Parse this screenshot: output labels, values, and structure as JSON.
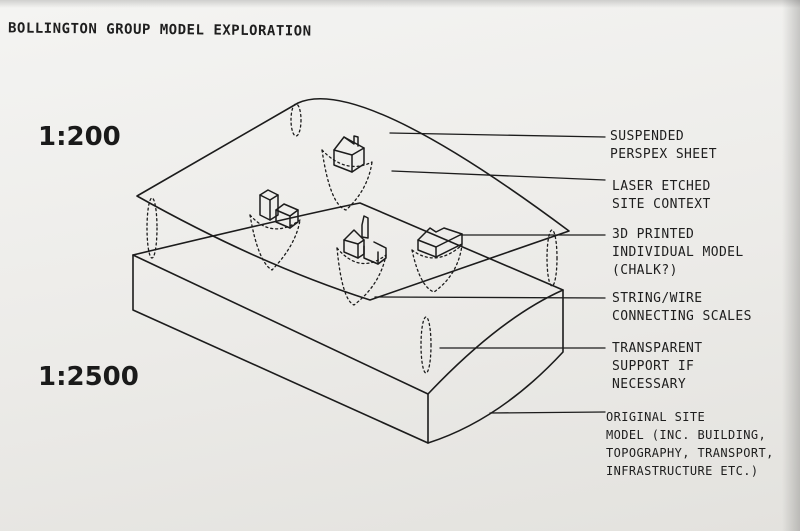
{
  "title": "BOLLINGTON GROUP MODEL EXPLORATION",
  "scales": {
    "top": "1:200",
    "bottom": "1:2500"
  },
  "annotations": [
    {
      "id": "suspended-perspex",
      "lines": [
        "SUSPENDED",
        "PERSPEX SHEET"
      ]
    },
    {
      "id": "laser-etched",
      "lines": [
        "LASER ETCHED",
        "SITE CONTEXT"
      ]
    },
    {
      "id": "printed-model",
      "lines": [
        "3D PRINTED",
        "INDIVIDUAL MODEL",
        "(CHALK?)"
      ]
    },
    {
      "id": "string-wire",
      "lines": [
        "STRING/WIRE",
        "CONNECTING SCALES"
      ]
    },
    {
      "id": "transparent-support",
      "lines": [
        "TRANSPARENT",
        "SUPPORT IF",
        "NECESSARY"
      ]
    },
    {
      "id": "original-site-model",
      "lines": [
        "ORIGINAL SITE",
        "MODEL (INC. BUILDING,",
        "TOPOGRAPHY, TRANSPORT,",
        "INFRASTRUCTURE ETC.)"
      ]
    }
  ]
}
